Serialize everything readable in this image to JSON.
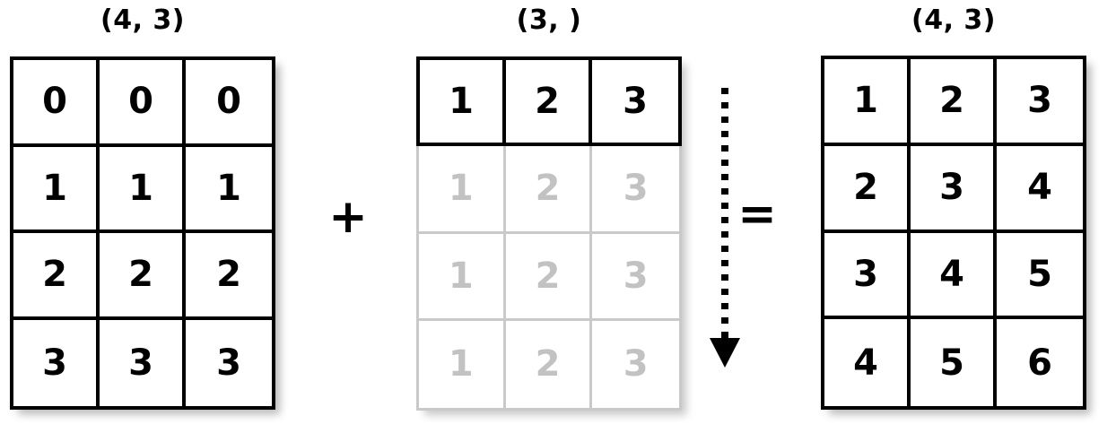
{
  "diagram": {
    "title": "numpy-broadcasting-row-vector",
    "accent_black": "#000000",
    "ghost_gray": "#c2c2c2",
    "background": "#ffffff"
  },
  "operands": [
    {
      "id": "operand-a",
      "shape_label": "(4, 3)",
      "rows": 4,
      "cols": 3,
      "ghost_from_row": null,
      "values": [
        [
          "0",
          "0",
          "0"
        ],
        [
          "1",
          "1",
          "1"
        ],
        [
          "2",
          "2",
          "2"
        ],
        [
          "3",
          "3",
          "3"
        ]
      ]
    },
    {
      "id": "operand-b",
      "shape_label": "(3, )",
      "rows": 4,
      "cols": 3,
      "ghost_from_row": 1,
      "values": [
        [
          "1",
          "2",
          "3"
        ],
        [
          "1",
          "2",
          "3"
        ],
        [
          "1",
          "2",
          "3"
        ],
        [
          "1",
          "2",
          "3"
        ]
      ]
    },
    {
      "id": "result",
      "shape_label": "(4, 3)",
      "rows": 4,
      "cols": 3,
      "ghost_from_row": null,
      "values": [
        [
          "1",
          "2",
          "3"
        ],
        [
          "2",
          "3",
          "4"
        ],
        [
          "3",
          "4",
          "5"
        ],
        [
          "4",
          "5",
          "6"
        ]
      ]
    }
  ],
  "operators": {
    "plus": "+",
    "equals": "="
  },
  "annotations": {
    "broadcast_arrow": "downward-dotted-arrow"
  }
}
